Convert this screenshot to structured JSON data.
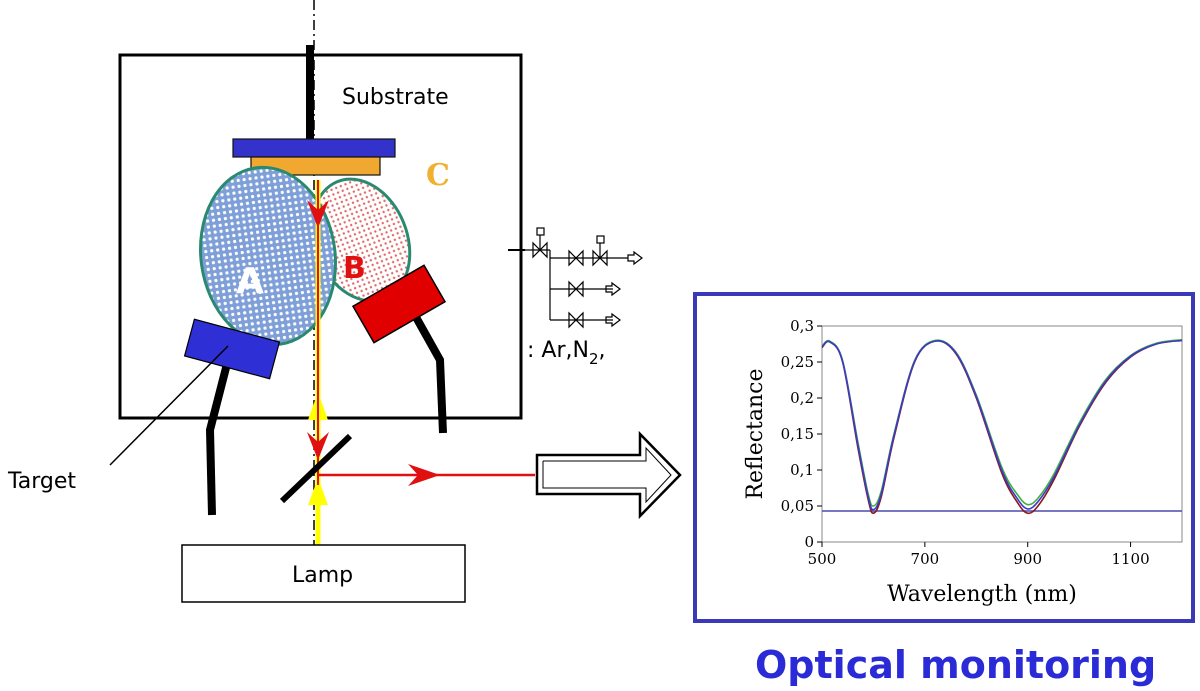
{
  "labels": {
    "substrate": "Substrate",
    "plasma_c": "C",
    "plasma_a": "A",
    "plasma_b": "B",
    "target": "Target",
    "lamp": "Lamp",
    "gases": ": Ar,N",
    "gases_sub": "2",
    "gases_tail": ",",
    "optical_monitoring": "Optical monitoring"
  },
  "colors": {
    "chamber": "#000000",
    "substrate_holder": "#3333cc",
    "substrate": "#f0a830",
    "plasma_a": "#5b82c8",
    "plasma_b": "#e07a7a",
    "plasma_outline": "#2a8a70",
    "target_a": "#2f2fd6",
    "target_b": "#e00000",
    "lamp_beam": "#ffff00",
    "reflected_beam": "#e01010",
    "label_c": "#f0b030",
    "label_b": "#e01010",
    "monitor_frame": "#3a3ab8",
    "optical_text": "#2a2ad6"
  },
  "chart_data": {
    "type": "line",
    "xlabel": "Wavelength (nm)",
    "ylabel": "Reflectance",
    "xlim": [
      500,
      1200
    ],
    "ylim": [
      0,
      0.3
    ],
    "xticks": [
      500,
      700,
      900,
      1100
    ],
    "yticks": [
      0,
      0.05,
      0.1,
      0.15,
      0.2,
      0.25,
      0.3
    ],
    "xtick_labels": [
      "500",
      "700",
      "900",
      "1100"
    ],
    "ytick_labels": [
      "0",
      "0,05",
      "0,1",
      "0,15",
      "0,2",
      "0,25",
      "0,3"
    ],
    "threshold": 0.043,
    "series": [
      {
        "color": "#8a1a1a",
        "x": [
          500,
          515,
          540,
          570,
          590,
          600,
          615,
          640,
          680,
          720,
          760,
          800,
          850,
          880,
          900,
          920,
          950,
          1000,
          1050,
          1100,
          1150,
          1200
        ],
        "y": [
          0.27,
          0.278,
          0.25,
          0.13,
          0.058,
          0.04,
          0.062,
          0.145,
          0.25,
          0.279,
          0.262,
          0.2,
          0.095,
          0.055,
          0.04,
          0.05,
          0.085,
          0.16,
          0.22,
          0.257,
          0.275,
          0.28
        ]
      },
      {
        "color": "#40b040",
        "x": [
          500,
          515,
          540,
          570,
          590,
          600,
          615,
          640,
          680,
          720,
          760,
          800,
          850,
          880,
          900,
          920,
          950,
          1000,
          1050,
          1100,
          1150,
          1200
        ],
        "y": [
          0.272,
          0.279,
          0.252,
          0.138,
          0.066,
          0.05,
          0.07,
          0.15,
          0.252,
          0.28,
          0.264,
          0.204,
          0.103,
          0.066,
          0.052,
          0.061,
          0.093,
          0.165,
          0.224,
          0.259,
          0.276,
          0.281
        ]
      },
      {
        "color": "#3a3acc",
        "x": [
          500,
          515,
          540,
          570,
          590,
          600,
          615,
          640,
          680,
          720,
          760,
          800,
          850,
          880,
          900,
          920,
          950,
          1000,
          1050,
          1100,
          1150,
          1200
        ],
        "y": [
          0.271,
          0.278,
          0.251,
          0.134,
          0.062,
          0.045,
          0.066,
          0.148,
          0.251,
          0.279,
          0.263,
          0.202,
          0.099,
          0.06,
          0.046,
          0.056,
          0.089,
          0.162,
          0.222,
          0.258,
          0.275,
          0.28
        ]
      }
    ]
  }
}
